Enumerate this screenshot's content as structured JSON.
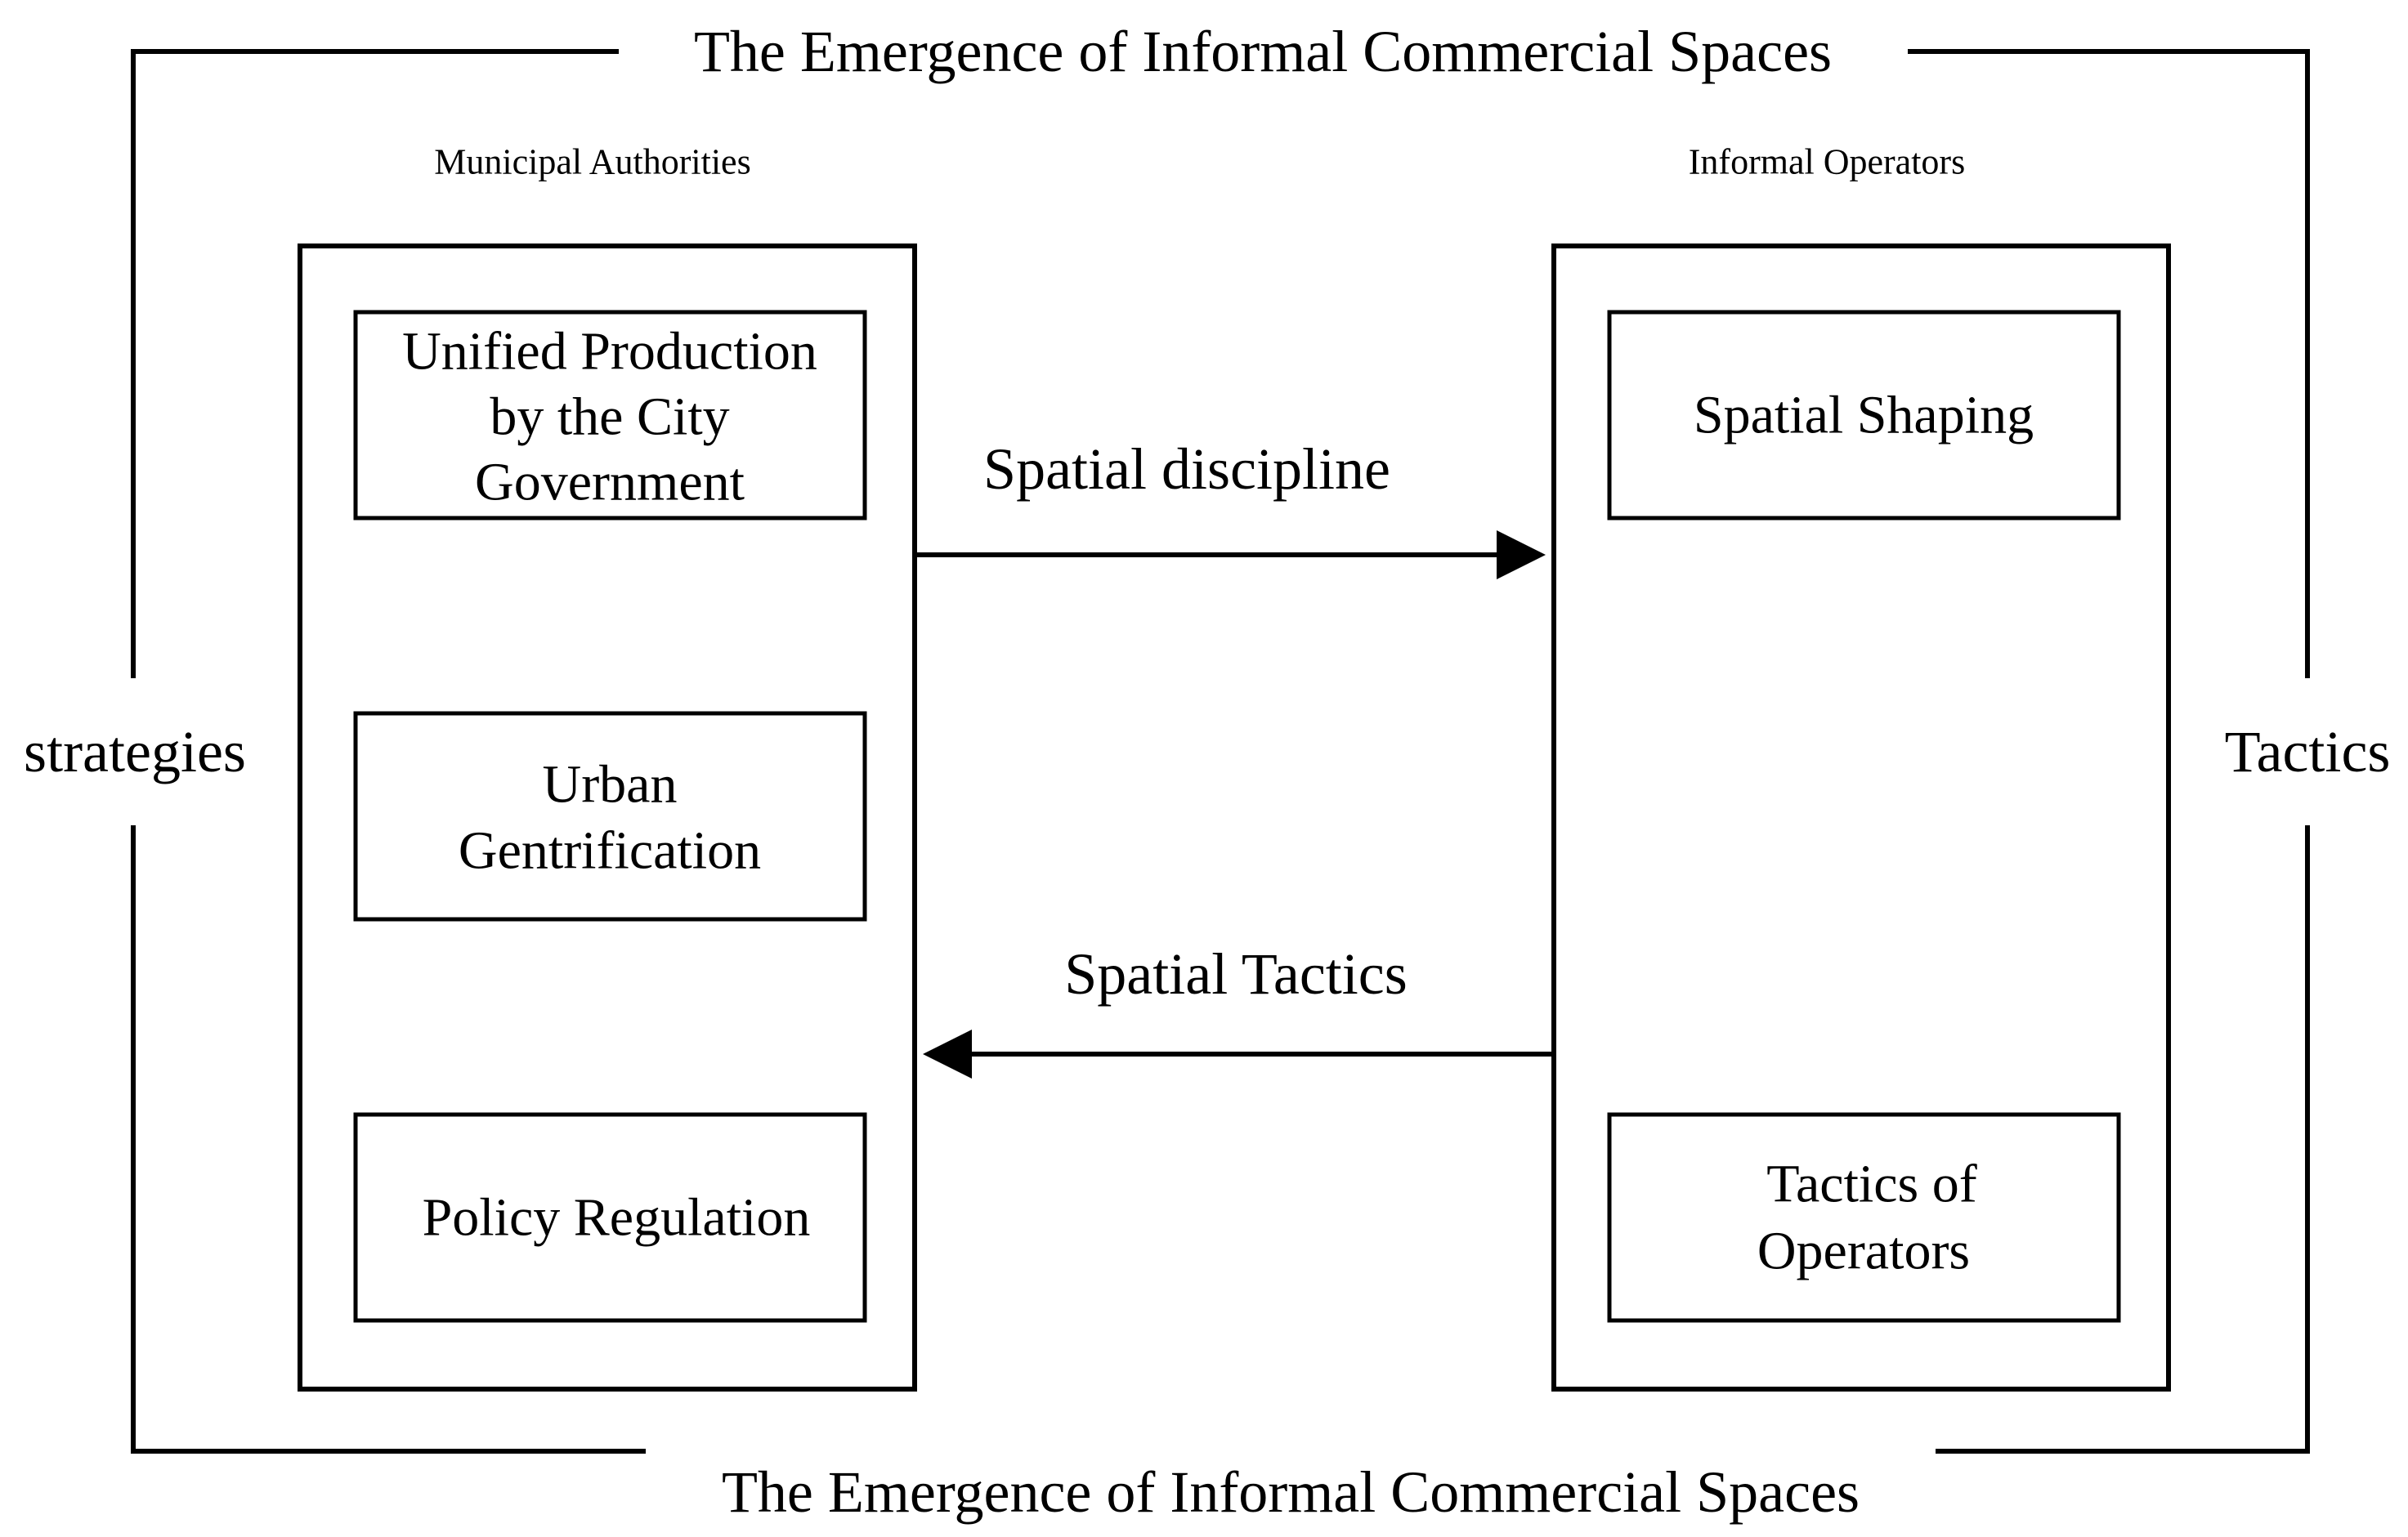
{
  "title_top": "The Emergence of Informal Commercial Spaces",
  "title_bottom": "The Emergence of Informal Commercial Spaces",
  "side_left": "strategies",
  "side_right": "Tactics",
  "left_panel": {
    "heading": "Municipal Authorities",
    "boxes": [
      {
        "lines": [
          "Unified Production",
          "by the City",
          "Government"
        ]
      },
      {
        "lines": [
          "Urban",
          "Gentrification"
        ]
      },
      {
        "lines": [
          "Policy Regulation"
        ]
      }
    ]
  },
  "right_panel": {
    "heading": "Informal Operators",
    "boxes": [
      {
        "lines": [
          "Spatial Shaping"
        ]
      },
      {
        "lines": [
          "Tactics of",
          "Operators"
        ]
      }
    ]
  },
  "arrows": {
    "to_right": "Spatial discipline",
    "to_left": "Spatial Tactics"
  },
  "colors": {
    "stroke": "#000000",
    "background": "#ffffff"
  }
}
